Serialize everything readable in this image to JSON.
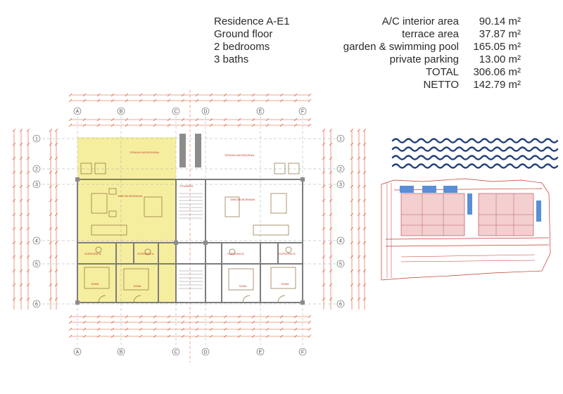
{
  "info": {
    "left": [
      "Residence A-E1",
      "Ground floor",
      "2 bedrooms",
      "3 baths"
    ],
    "rows": [
      {
        "label": "A/C interior area",
        "value": "90.14 m²"
      },
      {
        "label": "terrace area",
        "value": "37.87 m²"
      },
      {
        "label": "garden & swimming pool",
        "value": "165.05 m²"
      },
      {
        "label": "private parking",
        "value": "13.00 m²"
      },
      {
        "label": "TOTAL",
        "value": "306.06 m²"
      },
      {
        "label": "NETTO",
        "value": "142.79 m²"
      }
    ]
  },
  "plan": {
    "col_axes": [
      "A",
      "B",
      "C",
      "D",
      "E",
      "F"
    ],
    "row_axes": [
      "1",
      "2",
      "3",
      "4",
      "5",
      "6"
    ],
    "rooms": [
      {
        "name": "TERASA NATKRIVENA"
      },
      {
        "name": "TERASA NATKRIVENA"
      },
      {
        "name": "DNEVNI BORAVAK"
      },
      {
        "name": "STUBIŠTE"
      },
      {
        "name": "DNEVNI BORAVAK"
      },
      {
        "name": "KUPAONICA"
      },
      {
        "name": "KUPAONICA"
      },
      {
        "name": "KUPAONICA"
      },
      {
        "name": "KUPAONICA"
      },
      {
        "name": "SOBA"
      },
      {
        "name": "SOBA"
      },
      {
        "name": "SOBA"
      },
      {
        "name": "SOBA"
      }
    ]
  },
  "colors": {
    "highlight": "#f6ee9f",
    "dimension": "#d9532f",
    "wall": "#8c8c8c",
    "wave": "#1f3f7a",
    "pool": "#5a8fd8"
  }
}
